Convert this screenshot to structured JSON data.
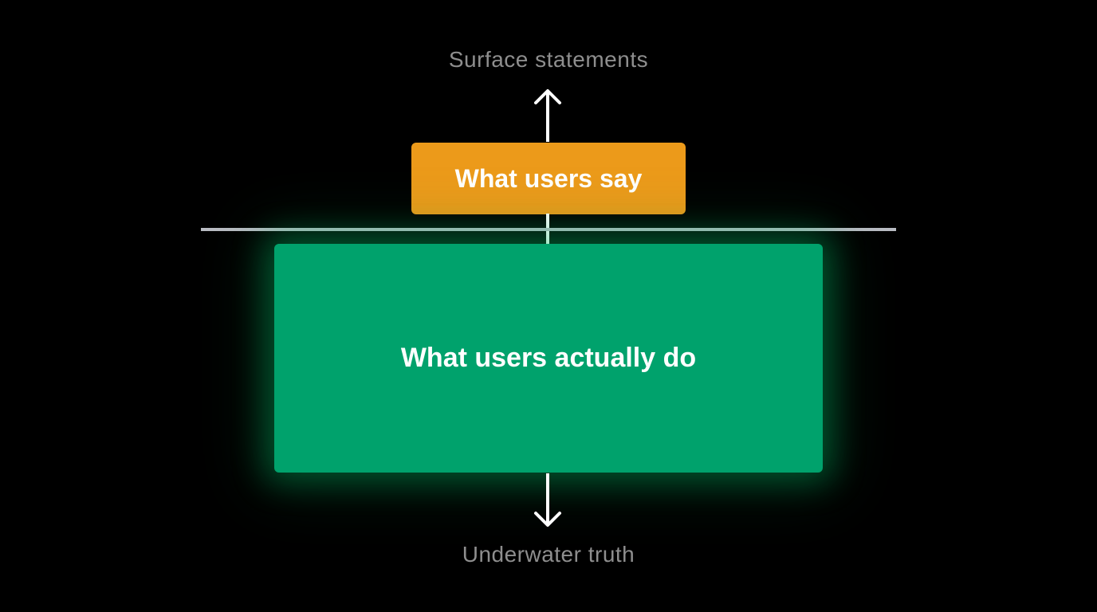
{
  "diagram": {
    "top_label": "Surface statements",
    "bottom_label": "Underwater truth",
    "surface_box": "What users say",
    "underwater_box": "What users actually do"
  },
  "colors": {
    "background": "#000000",
    "surface_box": "#ec9a1a",
    "underwater_box": "#00a26c",
    "waterline": "#b9bcc3",
    "arrow": "#ffffff",
    "label_text": "#8e8e8e"
  },
  "icons": [
    "arrow-up-icon",
    "arrow-down-icon"
  ]
}
